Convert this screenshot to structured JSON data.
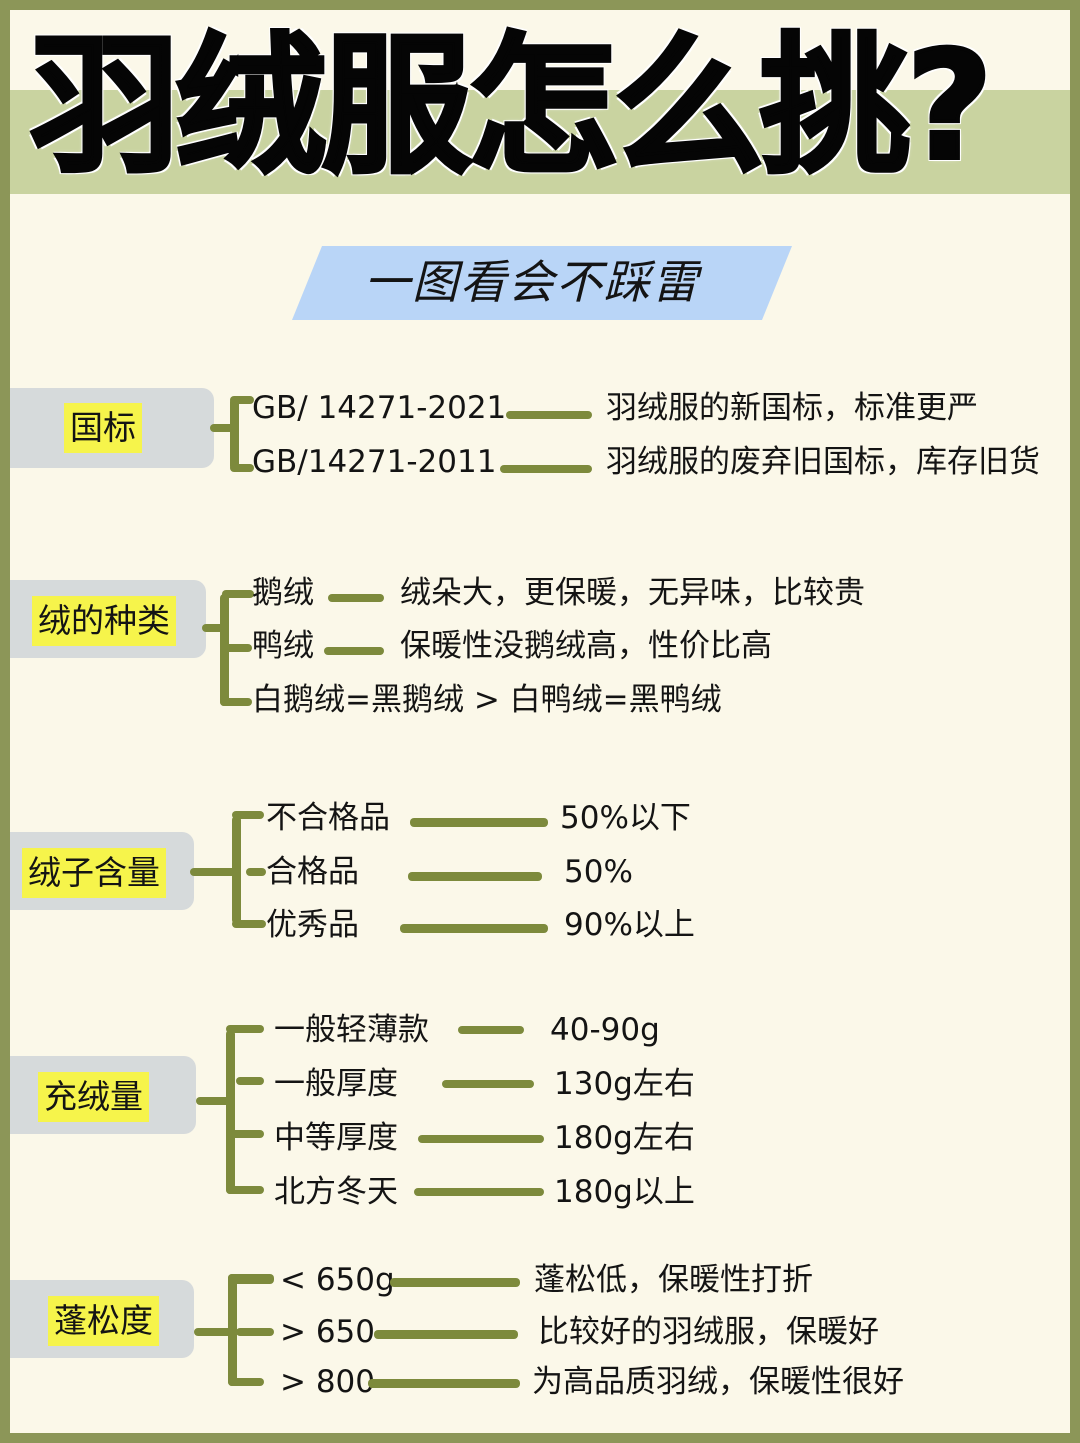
{
  "header": {
    "title": "羽绒服怎么挑?",
    "subtitle": "一图看会不踩雷"
  },
  "colors": {
    "frame": "#8c9658",
    "background": "#fbf8e9",
    "title_band": "#c9d3a0",
    "subtitle_bg": "#b9d5f7",
    "category_box": "#d6dadb",
    "category_highlight": "#f6f44b",
    "connector": "#7d8a3c"
  },
  "sections": [
    {
      "category": "国标",
      "rows": [
        {
          "item": "GB/ 14271-2021",
          "desc": "羽绒服的新国标，标准更严"
        },
        {
          "item": "GB/14271-2011",
          "desc": "羽绒服的废弃旧国标，库存旧货"
        }
      ]
    },
    {
      "category": "绒的种类",
      "rows": [
        {
          "item": "鹅绒",
          "desc": "绒朵大，更保暖，无异味，比较贵"
        },
        {
          "item": "鸭绒",
          "desc": "保暖性没鹅绒高，性价比高"
        },
        {
          "item": "白鹅绒=黑鹅绒 > 白鸭绒=黑鸭绒",
          "desc": ""
        }
      ]
    },
    {
      "category": "绒子含量",
      "rows": [
        {
          "item": "不合格品",
          "desc": "50%以下"
        },
        {
          "item": "合格品",
          "desc": "50%"
        },
        {
          "item": "优秀品",
          "desc": "90%以上"
        }
      ]
    },
    {
      "category": "充绒量",
      "rows": [
        {
          "item": "一般轻薄款",
          "desc": "40-90g"
        },
        {
          "item": "一般厚度",
          "desc": "130g左右"
        },
        {
          "item": "中等厚度",
          "desc": "180g左右"
        },
        {
          "item": "北方冬天",
          "desc": "180g以上"
        }
      ]
    },
    {
      "category": "蓬松度",
      "rows": [
        {
          "item": "< 650g",
          "desc": "蓬松低，保暖性打折"
        },
        {
          "item": "> 650",
          "desc": "比较好的羽绒服，保暖好"
        },
        {
          "item": "> 800",
          "desc": "为高品质羽绒，保暖性很好"
        }
      ]
    }
  ]
}
